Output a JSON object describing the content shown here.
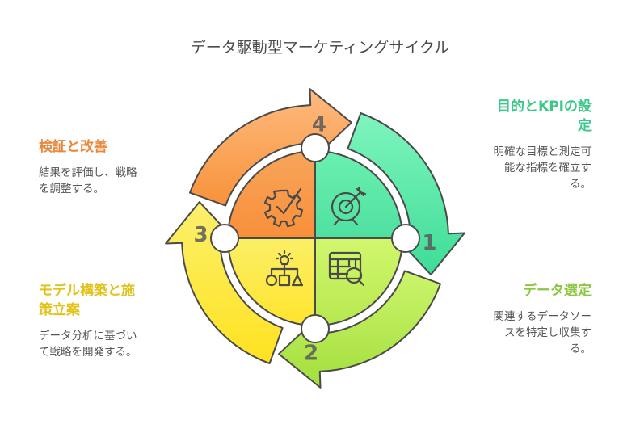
{
  "title": "データ駆動型マーケティングサイクル",
  "steps": [
    {
      "number": "1",
      "heading": "目的とKPIの設定",
      "heading_lines": [
        "目的とKPIの設",
        "定"
      ],
      "description_lines": [
        "明確な目標と測定可",
        "能な指標を確立す",
        "る。"
      ],
      "icon": "target-icon",
      "color": "#3cc88a",
      "arrow_top": "#7ff5be",
      "arrow_bottom": "#3edc97"
    },
    {
      "number": "2",
      "heading": "データ選定",
      "heading_lines": [
        "データ選定"
      ],
      "description_lines": [
        "関連するデータソー",
        "スを特定し収集す",
        "る。"
      ],
      "icon": "table-search-icon",
      "color": "#8cc63f",
      "arrow_top": "#cbf56c",
      "arrow_bottom": "#a3de3c"
    },
    {
      "number": "3",
      "heading": "モデル構築と施策立案",
      "heading_lines": [
        "モデル構築と施",
        "策立案"
      ],
      "description_lines": [
        "データ分析に基づい",
        "て戦略を開発する。"
      ],
      "icon": "idea-hierarchy-icon",
      "color": "#e2c21a",
      "arrow_top": "#fbf06e",
      "arrow_bottom": "#ffe21f"
    },
    {
      "number": "4",
      "heading": "検証と改善",
      "heading_lines": [
        "検証と改善"
      ],
      "description_lines": [
        "結果を評価し、戦略",
        "を調整する。"
      ],
      "icon": "gear-check-icon",
      "color": "#e8873a",
      "arrow_top": "#ffbb80",
      "arrow_bottom": "#f7923a"
    }
  ]
}
